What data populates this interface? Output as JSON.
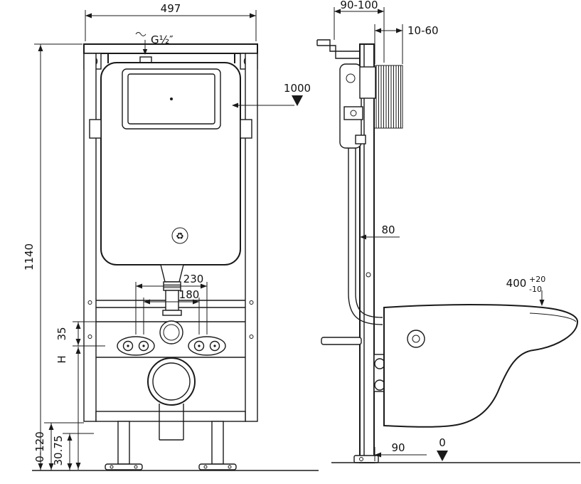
{
  "drawing": {
    "title": "concealed-cistern-frame-installation-drawing",
    "colors": {
      "line": "#1a1a1a",
      "background": "#ffffff"
    },
    "front_view": {
      "width": "497",
      "height": "1140",
      "water_inlet": "G½″",
      "flush_plate_level": "1000",
      "bolt_spacing_outer": "230",
      "bolt_spacing_inner": "180",
      "bracket_offset": "35",
      "height_symbol": "H",
      "foot_adjust_range": "0-120",
      "foot_height": "30.75"
    },
    "side_view": {
      "frame_depth": "90-100",
      "wall_finish_range": "10-60",
      "pipe_offset": "80",
      "bowl_height": "400",
      "bowl_height_tol_plus": "+20",
      "bowl_height_tol_minus": "-10",
      "floor_frame_depth": "90",
      "floor_level": "0"
    },
    "icons": {
      "recycle": "♻"
    }
  }
}
